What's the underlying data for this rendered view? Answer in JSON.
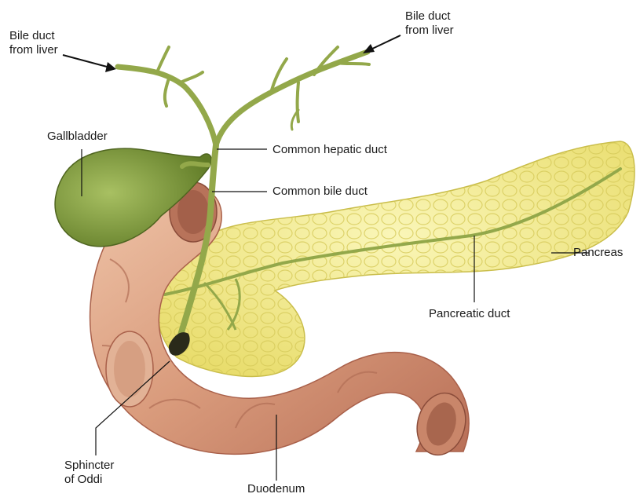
{
  "labels": {
    "bile_duct_left": "Bile duct\nfrom liver",
    "bile_duct_right": "Bile duct\nfrom liver",
    "gallbladder": "Gallbladder",
    "common_hepatic_duct": "Common hepatic duct",
    "common_bile_duct": "Common bile duct",
    "pancreas": "Pancreas",
    "pancreatic_duct": "Pancreatic duct",
    "sphincter_of_oddi": "Sphincter\nof Oddi",
    "duodenum": "Duodenum"
  },
  "colors": {
    "duodenum": "#d99b7c",
    "duodenum_dark": "#a9604a",
    "duodenum_light": "#efc4a8",
    "pancreas": "#f3ec8c",
    "pancreas_dark": "#c9bd4a",
    "duct": "#93a84a",
    "duct_dark": "#5e7128",
    "gallbladder": "#7f9a3b",
    "gallbladder_dark": "#4f6520"
  }
}
